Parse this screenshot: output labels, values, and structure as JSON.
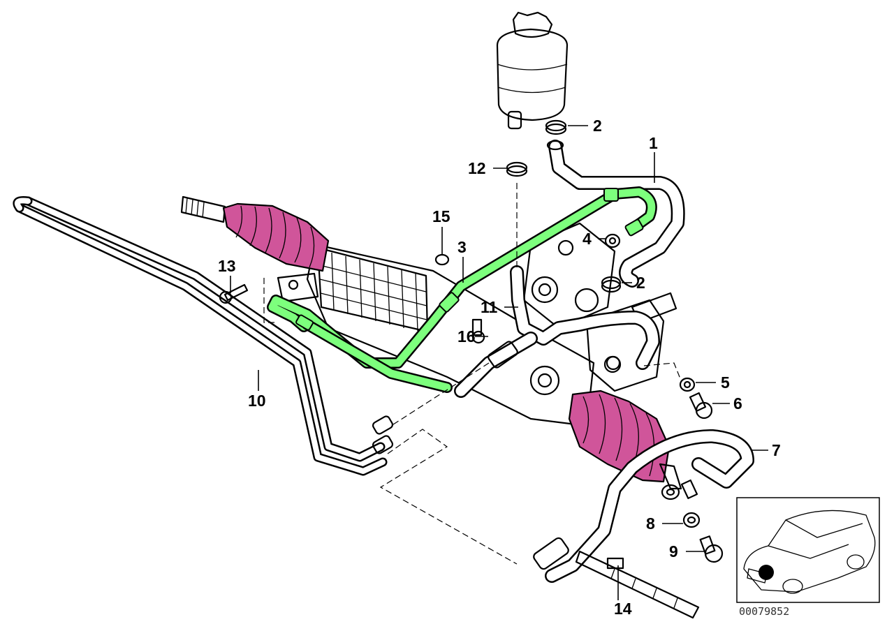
{
  "diagram": {
    "colors": {
      "highlight_hose": "#7dff7d",
      "boot": "#d0559a",
      "line": "#000000",
      "background": "#ffffff"
    },
    "callouts": [
      {
        "id": "c1",
        "label": "1"
      },
      {
        "id": "c2a",
        "label": "2"
      },
      {
        "id": "c2b",
        "label": "2"
      },
      {
        "id": "c3",
        "label": "3"
      },
      {
        "id": "c4",
        "label": "4"
      },
      {
        "id": "c5",
        "label": "5"
      },
      {
        "id": "c6",
        "label": "6"
      },
      {
        "id": "c7",
        "label": "7"
      },
      {
        "id": "c8",
        "label": "8"
      },
      {
        "id": "c9",
        "label": "9"
      },
      {
        "id": "c10",
        "label": "10"
      },
      {
        "id": "c11",
        "label": "11"
      },
      {
        "id": "c12",
        "label": "12"
      },
      {
        "id": "c13",
        "label": "13"
      },
      {
        "id": "c14",
        "label": "14"
      },
      {
        "id": "c15",
        "label": "15"
      },
      {
        "id": "c16",
        "label": "16"
      }
    ],
    "reference_number": "00079852"
  }
}
